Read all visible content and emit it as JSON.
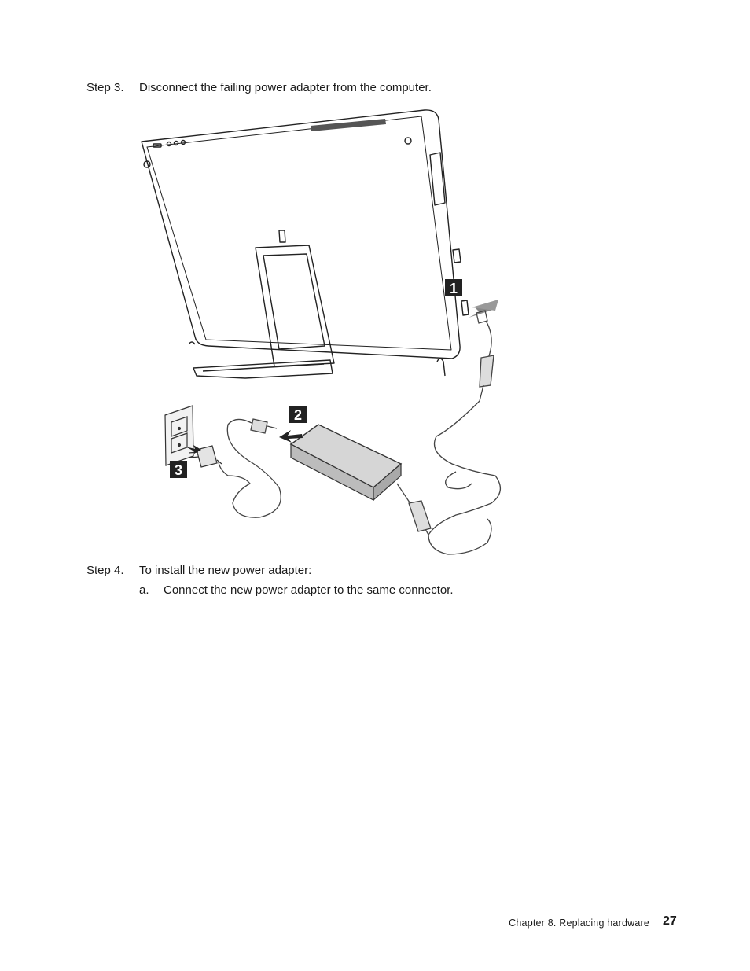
{
  "step3": {
    "number": "Step 3.",
    "text": "Disconnect the failing power adapter from the computer."
  },
  "figure": {
    "callouts": [
      "1",
      "2",
      "3"
    ]
  },
  "step4": {
    "number": "Step 4.",
    "text": "To install the new power adapter:",
    "substeps": [
      {
        "letter": "a.",
        "text": "Connect the new power adapter to the same connector."
      }
    ]
  },
  "footer": {
    "chapter": "Chapter 8. Replacing hardware",
    "page_number": "27"
  }
}
